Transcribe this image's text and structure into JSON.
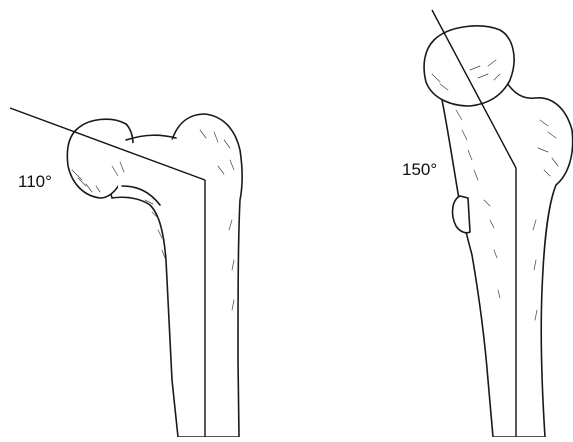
{
  "figures": [
    {
      "id": "left-femur",
      "angle_label": "110°",
      "neck_shaft_angle_deg": 110
    },
    {
      "id": "right-femur",
      "angle_label": "150°",
      "neck_shaft_angle_deg": 150
    }
  ]
}
